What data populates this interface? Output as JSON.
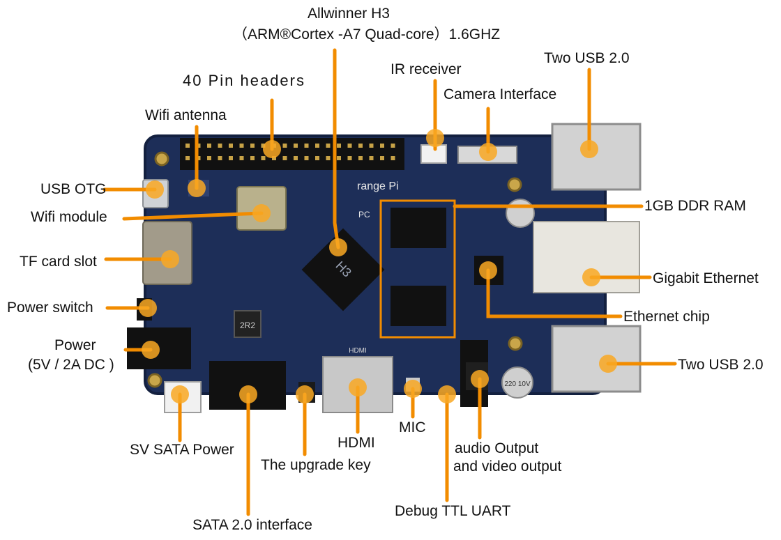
{
  "title": "Allwinner H3",
  "title_sub": "（ARM®Cortex  -A7 Quad-core）1.6GHZ",
  "board_text": {
    "brand": "range",
    "brand_suffix": "Pi",
    "model": "PC",
    "soc": "H3",
    "inductor": "2R2",
    "cap": "220 10V",
    "hdmi_mark": "HDMI"
  },
  "labels": {
    "pin_headers": "40 Pin headers",
    "ir_receiver": "IR receiver",
    "camera_interface": "Camera Interface",
    "usb_top": "Two USB 2.0",
    "wifi_antenna": "Wifi antenna",
    "usb_otg": "USB OTG",
    "wifi_module": "Wifi module",
    "ram": "1GB DDR RAM",
    "tf_card": "TF card slot",
    "gigabit_ethernet": "Gigabit Ethernet",
    "power_switch": "Power switch",
    "ethernet_chip": "Ethernet chip",
    "power": "Power",
    "power_sub": "(5V / 2A DC )",
    "usb_bottom": "Two USB 2.0",
    "sata_power": "SV SATA Power",
    "hdmi": "HDMI",
    "mic": "MIC",
    "upgrade_key": "The upgrade key",
    "audio_video_1": "audio Output",
    "audio_video_2": "and video output",
    "sata_interface": "SATA 2.0 interface",
    "debug_uart": "Debug TTL UART"
  },
  "colors": {
    "board": "#1d2e58",
    "board_dark": "#13203f",
    "callout": "#f28c00",
    "ram_box": "#f28c00",
    "metal": "#d9d9d9"
  }
}
